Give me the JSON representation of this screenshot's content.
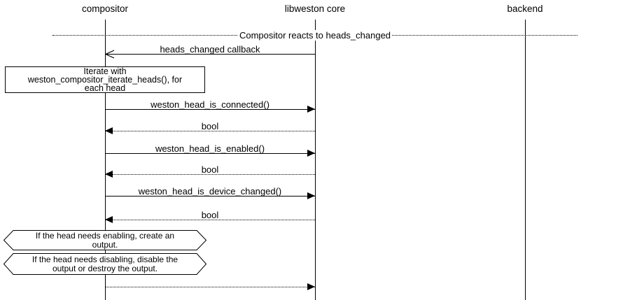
{
  "diagram": {
    "kind": "sequence-diagram",
    "participants": [
      "compositor",
      "libweston core",
      "backend"
    ],
    "divider_label": "Compositor reacts to heads_changed",
    "messages": [
      {
        "label": "heads_changed callback",
        "from": "libweston core",
        "to": "compositor",
        "line": "solid",
        "arrowhead": "open"
      },
      {
        "label": "weston_head_is_connected()",
        "from": "compositor",
        "to": "libweston core",
        "line": "solid",
        "arrowhead": "filled"
      },
      {
        "label": "bool",
        "from": "libweston core",
        "to": "compositor",
        "line": "dotted",
        "arrowhead": "filled"
      },
      {
        "label": "weston_head_is_enabled()",
        "from": "compositor",
        "to": "libweston core",
        "line": "solid",
        "arrowhead": "filled"
      },
      {
        "label": "bool",
        "from": "libweston core",
        "to": "compositor",
        "line": "dotted",
        "arrowhead": "filled"
      },
      {
        "label": "weston_head_is_device_changed()",
        "from": "compositor",
        "to": "libweston core",
        "line": "solid",
        "arrowhead": "filled"
      },
      {
        "label": "bool",
        "from": "libweston core",
        "to": "compositor",
        "line": "dotted",
        "arrowhead": "filled"
      },
      {
        "label": "",
        "from": "compositor",
        "to": "libweston core",
        "line": "dotted",
        "arrowhead": "filled"
      }
    ],
    "notes": {
      "iterate": "Iterate with\nweston_compositor_iterate_heads(), for\neach head",
      "enable_condition": "If the head needs enabling, create an\noutput.",
      "disable_condition": "If the head needs disabling, disable the\noutput or destroy the output."
    },
    "colors": {
      "foreground": "#000000",
      "background": "#ffffff"
    }
  }
}
